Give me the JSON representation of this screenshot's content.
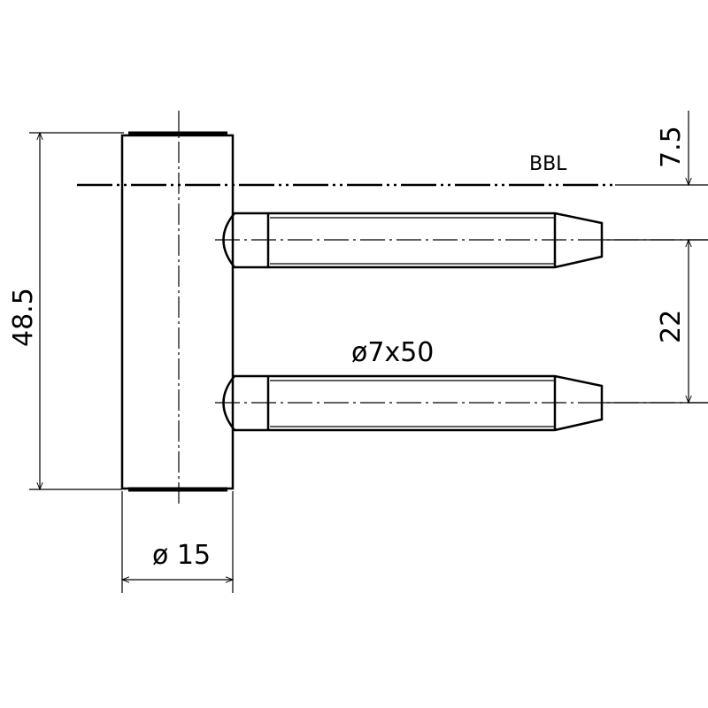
{
  "drawing": {
    "reference_line_label": "BBL",
    "pin_spec": "ø7x50",
    "dimensions": {
      "overall_height": "48.5",
      "top_offset": "7.5",
      "pin_spacing": "22",
      "body_diameter": "ø 15"
    },
    "colors": {
      "line": "#000000",
      "background": "#ffffff"
    }
  }
}
